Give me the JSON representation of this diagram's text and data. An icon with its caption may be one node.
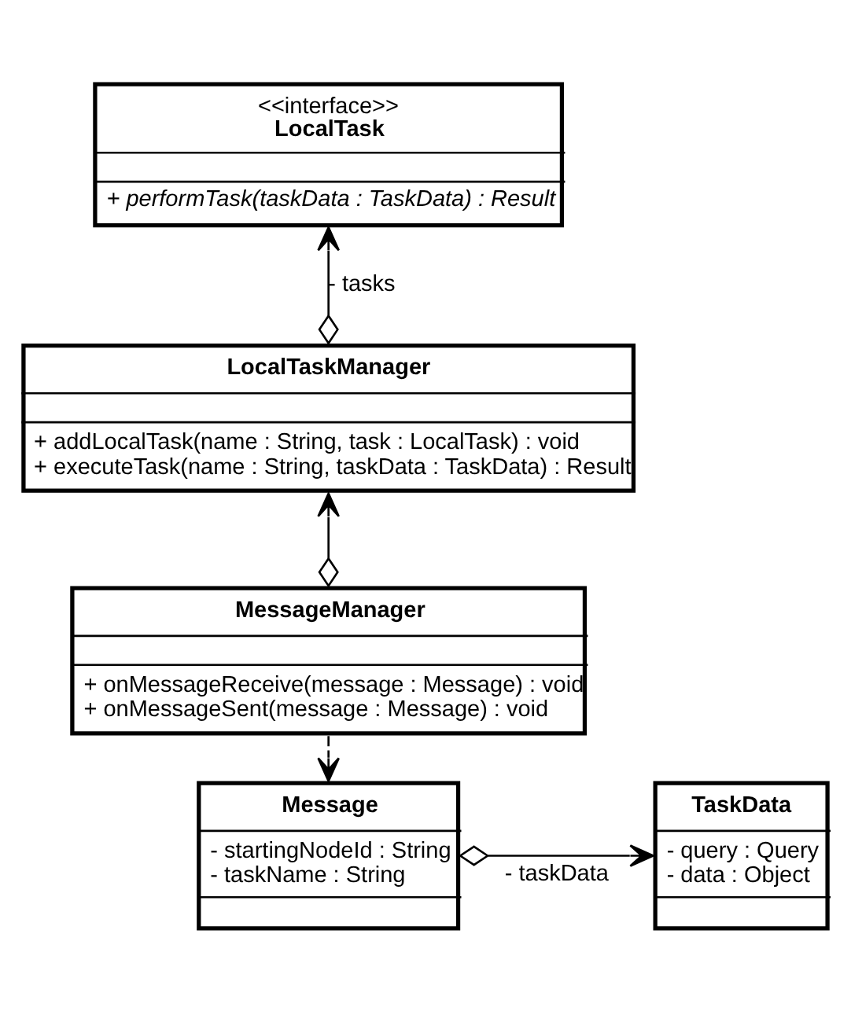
{
  "diagram": {
    "nodes": [
      {
        "text": [
          "<<interface>>",
          "LocalTask",
          "+ performTask(taskData : TaskData) : Result"
        ]
      },
      {
        "text": [
          "LocalTaskManager",
          "+ addLocalTask(name : String, task : LocalTask) : void",
          "+ executeTask(name : String, taskData : TaskData) : Result"
        ]
      },
      {
        "text": [
          "MessageManager",
          "+ onMessageReceive(message : Message) : void",
          "+ onMessageSent(message : Message) : void"
        ]
      },
      {
        "text": [
          "TaskData",
          "- query : Query",
          "- data : Object"
        ]
      },
      {
        "text": [
          "Message",
          "- startingNodeId : String",
          "- taskName : String"
        ]
      }
    ],
    "edges": [
      {
        "from": 1,
        "to": 0,
        "arrow": "to",
        "label": "- tasks"
      },
      {
        "from": 2,
        "to": 1,
        "arrow": "to"
      },
      {
        "from": 2,
        "to": 4,
        "arrow": "to",
        "style": "dashed"
      },
      {
        "from": 4,
        "to": 3,
        "arrow": "to",
        "label": "- taskData"
      }
    ]
  }
}
